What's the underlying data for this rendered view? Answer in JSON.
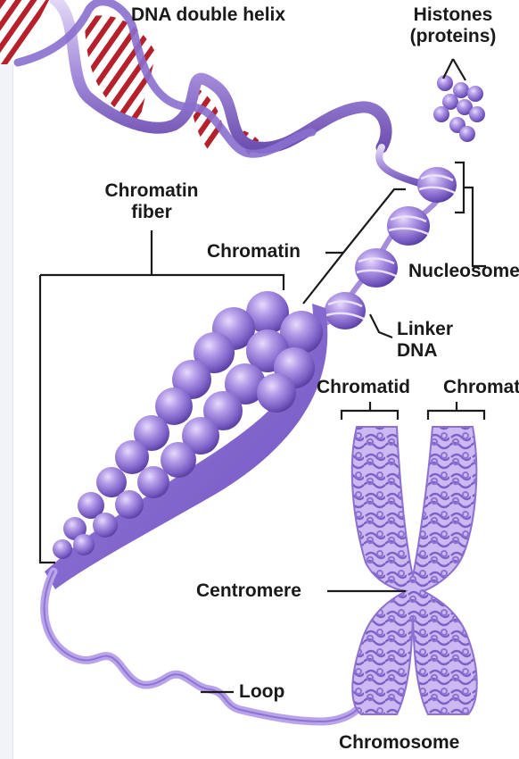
{
  "labels": {
    "dna_double_helix": "DNA double helix",
    "histones_line1": "Histones",
    "histones_line2": "(proteins)",
    "chromatin_fiber_line1": "Chromatin",
    "chromatin_fiber_line2": "fiber",
    "chromatin": "Chromatin",
    "nucleosome": "Nucleosome",
    "linker_line1": "Linker",
    "linker_line2": "DNA",
    "chromatid_left": "Chromatid",
    "chromatid_right": "Chromatid",
    "centromere": "Centromere",
    "loop": "Loop",
    "chromosome": "Chromosome"
  },
  "colors": {
    "helix_purple": "#9f86d4",
    "helix_dark": "#6d4fb0",
    "base_pair_red": "#b5202a",
    "histone": "#a88be0",
    "line": "#1a1a1a"
  }
}
